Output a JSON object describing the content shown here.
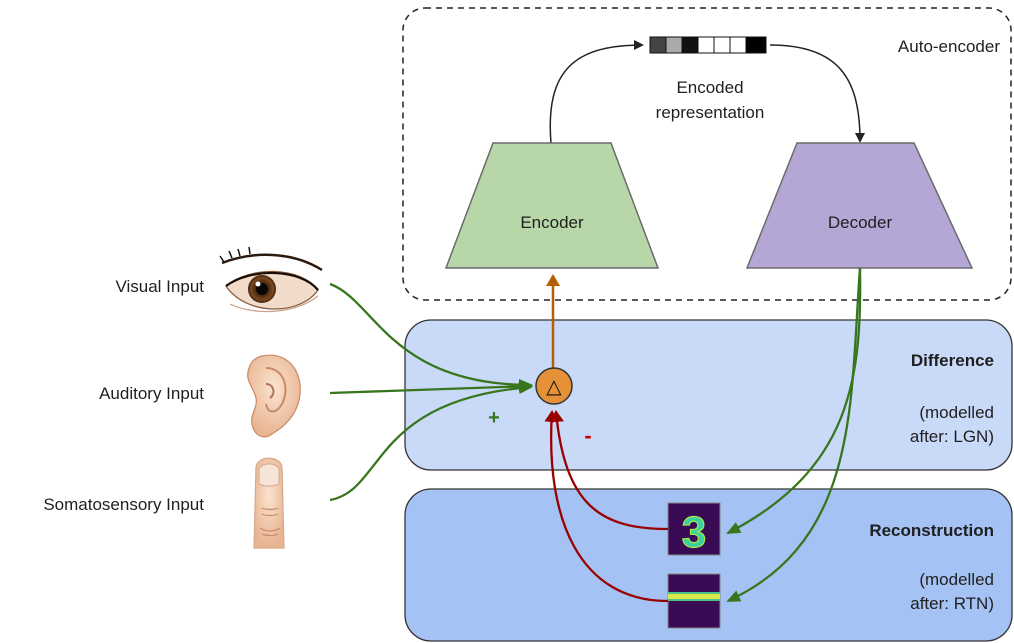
{
  "autoencoder": {
    "label": "Auto-encoder",
    "encoder_label": "Encoder",
    "decoder_label": "Decoder",
    "encoded_line1": "Encoded",
    "encoded_line2": "representation"
  },
  "difference": {
    "title": "Difference",
    "note_line1": "(modelled",
    "note_line2": "after: LGN)",
    "symbol": "△",
    "plus": "+",
    "minus": "-"
  },
  "reconstruction": {
    "title": "Reconstruction",
    "note_line1": "(modelled",
    "note_line2": "after: RTN)",
    "digit": "3"
  },
  "inputs": {
    "visual": "Visual Input",
    "auditory": "Auditory Input",
    "somatosensory": "Somatosensory Input"
  },
  "colors": {
    "encoder": "#b7d7a8",
    "decoder": "#b4a7d6",
    "difference_panel": "#c9daf8",
    "reconstruction_panel": "#a4c2f4",
    "green_arrow": "#38761d",
    "red_arrow": "#990000",
    "orange": "#e69138"
  },
  "icons": [
    "eye-icon",
    "ear-icon",
    "finger-icon"
  ]
}
